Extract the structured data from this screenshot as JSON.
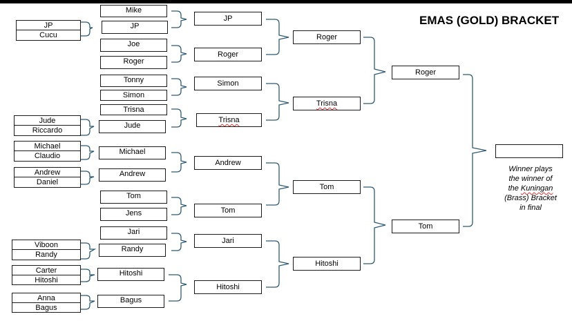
{
  "title": "EMAS (GOLD) BRACKET",
  "qualifier_pairs": [
    {
      "top": "JP",
      "bottom": "Cucu"
    },
    {
      "top": "Jude",
      "bottom": "Riccardo"
    },
    {
      "top": "Michael",
      "bottom": "Claudio"
    },
    {
      "top": "Andrew",
      "bottom": "Daniel"
    },
    {
      "top": "Viboon",
      "bottom": "Randy"
    },
    {
      "top": "Carter",
      "bottom": "Hitoshi"
    },
    {
      "top": "Anna",
      "bottom": "Bagus"
    }
  ],
  "round1": [
    "Mike",
    "JP",
    "Joe",
    "Roger",
    "Tonny",
    "Simon",
    "Trisna",
    "Jude",
    "Michael",
    "Andrew",
    "Tom",
    "Jens",
    "Jari",
    "Randy",
    "Hitoshi",
    "Bagus"
  ],
  "round2": [
    "JP",
    "Roger",
    "Simon",
    "Trisna",
    "Andrew",
    "Tom",
    "Jari",
    "Hitoshi"
  ],
  "round3": [
    "Roger",
    "Trisna",
    "Tom",
    "Hitoshi"
  ],
  "round4": [
    "Roger",
    "Tom"
  ],
  "winner": "",
  "note": {
    "line1": "Winner plays",
    "line2": "the winner of",
    "line3_pre": "the ",
    "line3_brass": "Kuningan",
    "line4": "(Brass) Bracket",
    "line5": "in final"
  },
  "colors": {
    "connector": "#2e5a73",
    "border": "#1a1a1a",
    "spellcheck": "#e03030"
  }
}
